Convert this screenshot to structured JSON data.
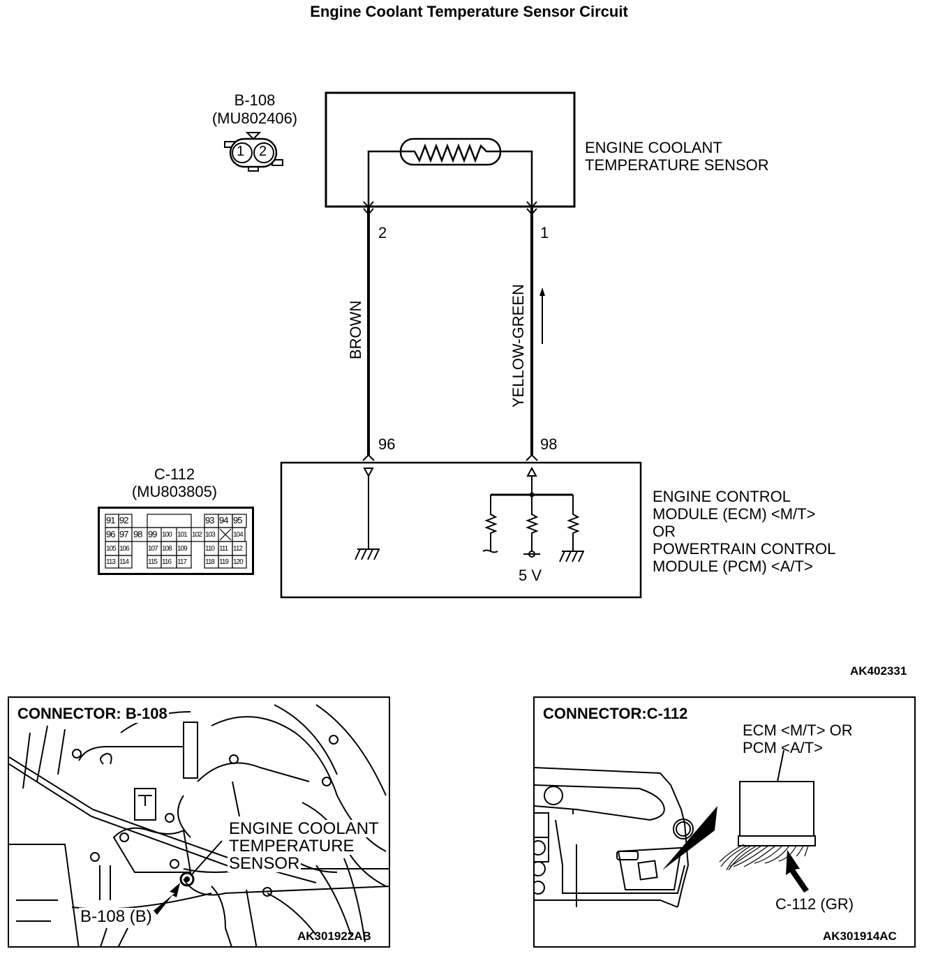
{
  "title": "Engine Coolant Temperature Sensor Circuit",
  "figure_code": "AK402331",
  "sensor_connector": {
    "id": "B-108",
    "part_number": "(MU802406)",
    "pins": [
      "1",
      "2"
    ]
  },
  "sensor": {
    "label_lines": [
      "ENGINE COOLANT",
      "TEMPERATURE SENSOR"
    ],
    "pin_left": "2",
    "pin_right": "1"
  },
  "wires": {
    "left_color": "BROWN",
    "right_color": "YELLOW-GREEN",
    "left_ecm_pin": "96",
    "right_ecm_pin": "98"
  },
  "ecm_connector": {
    "id": "C-112",
    "part_number": "(MU803805)",
    "rows": [
      [
        "91",
        "92",
        "",
        "",
        "",
        "",
        "",
        "",
        "93",
        "94",
        "95"
      ],
      [
        "96",
        "97",
        "98",
        "99",
        "100",
        "101",
        "102",
        "103",
        "X",
        "104"
      ],
      [
        "105",
        "106",
        "",
        "107",
        "108",
        "109",
        "",
        "110",
        "111",
        "112"
      ],
      [
        "113",
        "114",
        "",
        "115",
        "116",
        "117",
        "",
        "118",
        "119",
        "120"
      ]
    ]
  },
  "ecm": {
    "label_lines": [
      "ENGINE CONTROL",
      "MODULE (ECM) <M/T>",
      "OR",
      "POWERTRAIN CONTROL",
      "MODULE (PCM) <A/T>"
    ],
    "supply_label": "5 V"
  },
  "panel_left": {
    "title": "CONNECTOR: B-108",
    "callout_lines": [
      "ENGINE COOLANT",
      "TEMPERATURE",
      "SENSOR"
    ],
    "connector_label": "B-108 (B)",
    "code": "AK301922AB"
  },
  "panel_right": {
    "title": "CONNECTOR:C-112",
    "callout_lines": [
      "ECM <M/T> OR",
      "PCM <A/T>"
    ],
    "connector_label": "C-112 (GR)",
    "code": "AK301914AC"
  }
}
